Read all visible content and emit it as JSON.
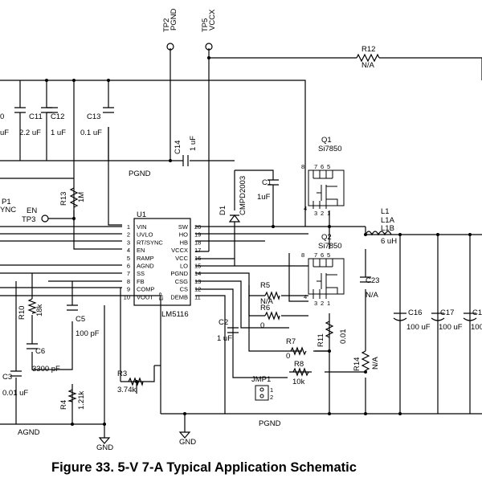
{
  "caption": "Figure 33.  5-V 7-A Typical Application Schematic",
  "ic": {
    "ref": "U1",
    "part": "LM5116",
    "ep": "EP",
    "left_pins": [
      {
        "num": "1",
        "name": "VIN"
      },
      {
        "num": "2",
        "name": "UVLO"
      },
      {
        "num": "3",
        "name": "RT/SYNC"
      },
      {
        "num": "4",
        "name": "EN"
      },
      {
        "num": "5",
        "name": "RAMP"
      },
      {
        "num": "6",
        "name": "AGND"
      },
      {
        "num": "7",
        "name": "SS"
      },
      {
        "num": "8",
        "name": "FB"
      },
      {
        "num": "9",
        "name": "COMP"
      },
      {
        "num": "10",
        "name": "VOUT"
      }
    ],
    "right_pins": [
      {
        "num": "20",
        "name": "SW"
      },
      {
        "num": "19",
        "name": "HO"
      },
      {
        "num": "18",
        "name": "HB"
      },
      {
        "num": "17",
        "name": "VCCX"
      },
      {
        "num": "16",
        "name": "VCC"
      },
      {
        "num": "15",
        "name": "LO"
      },
      {
        "num": "14",
        "name": "PGND"
      },
      {
        "num": "13",
        "name": "CSG"
      },
      {
        "num": "12",
        "name": "CS"
      },
      {
        "num": "11",
        "name": "DEMB"
      }
    ]
  },
  "testpoints": {
    "tp2_ref": "TP2",
    "tp2_net": "PGND",
    "tp5_ref": "TP5",
    "tp5_net": "VCCX",
    "tp3_ref": "TP3",
    "tp3_net": "EN",
    "tp1_ref": "P1",
    "tp1_net": "YNC"
  },
  "components": {
    "r12": {
      "ref": "R12",
      "value": "N/A"
    },
    "c_partial": {
      "ref": "0",
      "value": "uF"
    },
    "c11": {
      "ref": "C11",
      "value": "2.2 uF"
    },
    "c12": {
      "ref": "C12",
      "value": "1 uF"
    },
    "c13": {
      "ref": "C13",
      "value": "0.1 uF"
    },
    "c14": {
      "ref": "C14",
      "value": "1 uF"
    },
    "r13": {
      "ref": "R13",
      "value": "1M"
    },
    "q1": {
      "ref": "Q1",
      "value": "Si7850"
    },
    "q2": {
      "ref": "Q2",
      "value": "Si7850"
    },
    "d1": {
      "ref": "D1",
      "value": "CMPD2003"
    },
    "c1": {
      "ref": "C1",
      "value": "1uF"
    },
    "l1": {
      "ref": "L1",
      "ref2": "L1A",
      "ref3": "L1B",
      "value": "6 uH"
    },
    "c23": {
      "ref": "C23",
      "value": "N/A"
    },
    "r5": {
      "ref": "R5",
      "value": "N/A"
    },
    "r6": {
      "ref": "R6",
      "value": "0"
    },
    "r7": {
      "ref": "R7",
      "value": "0"
    },
    "r8": {
      "ref": "R8",
      "value": "10k"
    },
    "r11": {
      "ref": "R11",
      "value": "0.01"
    },
    "r14": {
      "ref": "R14",
      "value": "N/A"
    },
    "c16": {
      "ref": "C16",
      "value": "100 uF"
    },
    "c17": {
      "ref": "C17",
      "value": "100 uF"
    },
    "c18": {
      "ref": "C1",
      "value": "100"
    },
    "r10": {
      "ref": "R10",
      "value": "18k"
    },
    "c5": {
      "ref": "C5",
      "value": "100 pF"
    },
    "c6": {
      "ref": "C6",
      "value": "3300 pF"
    },
    "c3": {
      "ref": "C3",
      "value": "0.01 uF"
    },
    "r3": {
      "ref": "R3",
      "value": "3.74k"
    },
    "r4": {
      "ref": "R4",
      "value": "1.21k"
    },
    "c2": {
      "ref": "C2",
      "value": "1 uF"
    },
    "jmp1": {
      "ref": "JMP1",
      "pin1": "1",
      "pin2": "2"
    }
  },
  "mosfet_pins": {
    "drain": "8",
    "d7": "7",
    "d6": "6",
    "d5": "5",
    "source": "3",
    "s2": "2",
    "s1": "1",
    "gate": "4"
  },
  "nets": {
    "pgnd_mid": "PGND",
    "pgnd_bottom": "PGND",
    "agnd": "AGND",
    "gnd1": "GND",
    "gnd2": "GND"
  }
}
